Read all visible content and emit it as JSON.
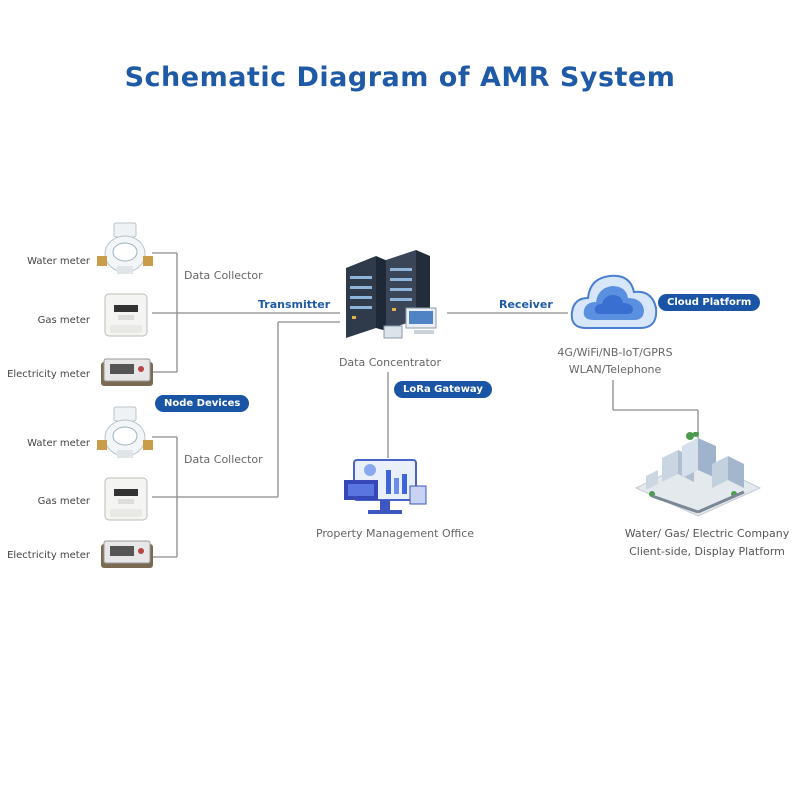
{
  "title": "Schematic Diagram of  AMR System",
  "group1": {
    "water": "Water meter",
    "gas": "Gas meter",
    "electricity": "Electricity meter",
    "collector": "Data Collector"
  },
  "group2": {
    "water": "Water meter",
    "gas": "Gas meter",
    "electricity": "Electricity meter",
    "collector": "Data Collector"
  },
  "node_devices": "Node Devices",
  "transmitter": "Transmitter",
  "receiver": "Receiver",
  "data_concentrator": "Data Concentrator",
  "lora_gateway": "LoRa Gateway",
  "property_office": "Property Management Office",
  "cloud_platform": "Cloud Platform",
  "network_line1": "4G/WiFi/NB-IoT/GPRS",
  "network_line2": "WLAN/Telephone",
  "company_line1": "Water/ Gas/ Electric Company",
  "company_line2": "Client-side, Display Platform",
  "colors": {
    "accent": "#1f5aa6",
    "pill": "#1a55a5",
    "line": "#888888"
  }
}
